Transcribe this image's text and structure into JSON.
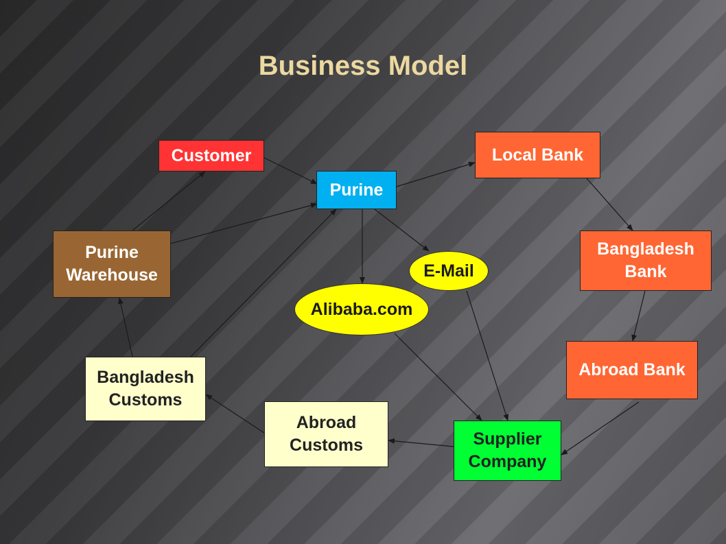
{
  "title": "Business Model",
  "nodes": {
    "customer": "Customer",
    "purine": "Purine",
    "local_bank": "Local Bank",
    "purine_warehouse": "Purine\nWarehouse",
    "bangladesh_bank": "Bangladesh\nBank",
    "email": "E-Mail",
    "alibaba": "Alibaba.com",
    "abroad_bank": "Abroad Bank",
    "bangladesh_customs": "Bangladesh\nCustoms",
    "abroad_customs": "Abroad\nCustoms",
    "supplier_company": "Supplier\nCompany"
  },
  "colors": {
    "customer": "#ff3333",
    "purine": "#00b0f0",
    "local_bank": "#ff6633",
    "purine_warehouse": "#996633",
    "bangladesh_bank": "#ff6633",
    "abroad_bank": "#ff6633",
    "bangladesh_customs": "#ffffcc",
    "abroad_customs": "#ffffcc",
    "supplier_company": "#00ff33",
    "email": "#ffff00",
    "alibaba": "#ffff00",
    "title": "#ecd9a0"
  },
  "edges": [
    [
      "customer",
      "purine"
    ],
    [
      "purine",
      "local_bank"
    ],
    [
      "local_bank",
      "bangladesh_bank"
    ],
    [
      "bangladesh_bank",
      "abroad_bank"
    ],
    [
      "abroad_bank",
      "supplier_company"
    ],
    [
      "supplier_company",
      "abroad_customs"
    ],
    [
      "abroad_customs",
      "bangladesh_customs"
    ],
    [
      "bangladesh_customs",
      "purine_warehouse"
    ],
    [
      "bangladesh_customs",
      "purine"
    ],
    [
      "purine_warehouse",
      "customer"
    ],
    [
      "purine_warehouse",
      "purine"
    ],
    [
      "purine",
      "alibaba"
    ],
    [
      "purine",
      "email"
    ],
    [
      "alibaba",
      "supplier_company"
    ],
    [
      "email",
      "supplier_company"
    ]
  ]
}
